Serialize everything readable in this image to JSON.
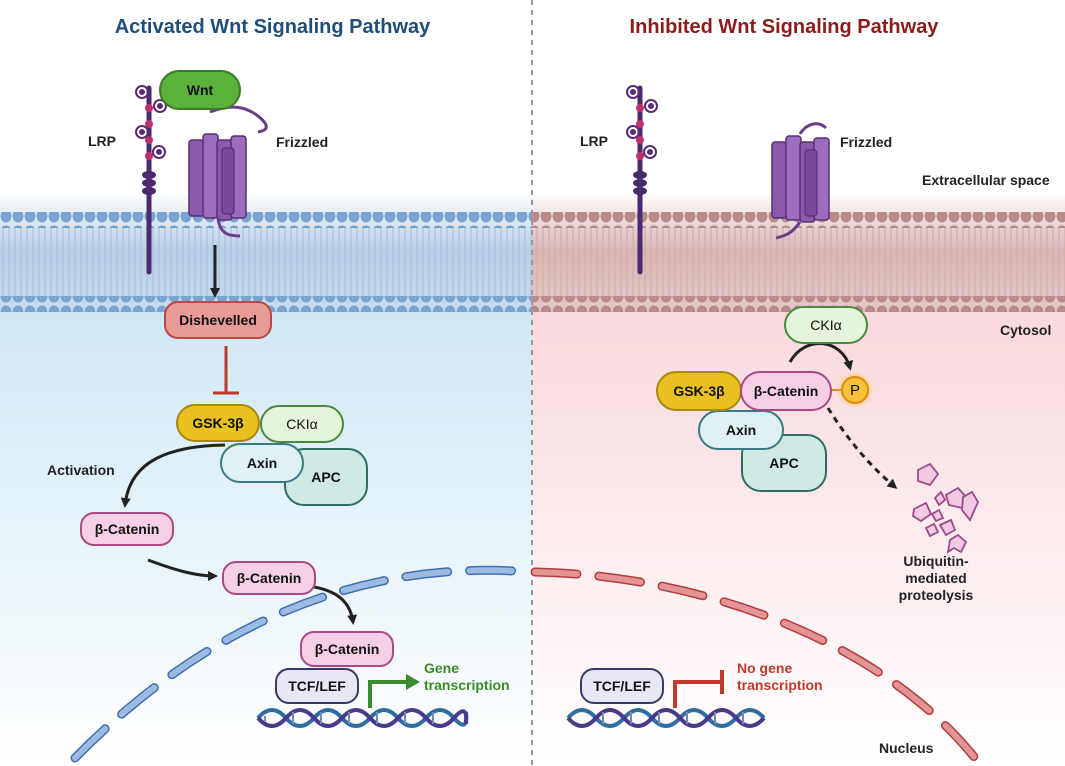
{
  "left": {
    "title": "Activated Wnt Signaling Pathway",
    "lrp": "LRP",
    "wnt": "Wnt",
    "frizzled": "Frizzled",
    "dishevelled": "Dishevelled",
    "gsk3b": "GSK-3β",
    "ck1a": "CKIα",
    "axin": "Axin",
    "apc": "APC",
    "activation": "Activation",
    "bcatenin": "β-Catenin",
    "tcf": "TCF/LEF",
    "gene_line1": "Gene",
    "gene_line2": "transcription"
  },
  "right": {
    "title": "Inhibited Wnt Signaling Pathway",
    "lrp": "LRP",
    "frizzled": "Frizzled",
    "extracellular": "Extracellular space",
    "cytosol": "Cytosol",
    "ck1a": "CKIα",
    "gsk3b": "GSK-3β",
    "bcatenin": "β-Catenin",
    "phospho": "P",
    "axin": "Axin",
    "apc": "APC",
    "proteolysis_line1": "Ubiquitin-",
    "proteolysis_line2": "mediated",
    "proteolysis_line3": "proteolysis",
    "tcf": "TCF/LEF",
    "nogene_line1": "No gene",
    "nogene_line2": "transcription",
    "nucleus": "Nucleus"
  },
  "colors": {
    "left_title": "#1f4e79",
    "right_title": "#8b1c1c",
    "receptor": "#8a5aa8",
    "lrp_chain": "#4b2a6e",
    "wnt": "#5cb03c",
    "gsk": "#e8c020",
    "catenin": "#f5cfe5",
    "axin": "#dff1f4",
    "apc": "#cfe9e5",
    "gene_on": "#3a8c2a",
    "gene_off": "#c0392b"
  }
}
